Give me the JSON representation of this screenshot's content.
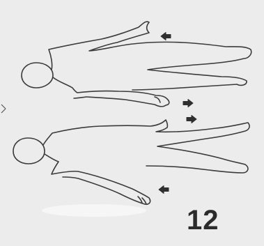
{
  "figure": {
    "number": "12",
    "colors": {
      "paper": "#ececec",
      "ink": "#3a3a3a",
      "number": "#2b2b2b"
    },
    "elements": [
      "upper-body-outline",
      "lower-body-outline",
      "arrow-upper-arm",
      "arrow-right-hand",
      "arrow-lower-hip",
      "arrow-lower-arm",
      "margin-mark"
    ]
  }
}
